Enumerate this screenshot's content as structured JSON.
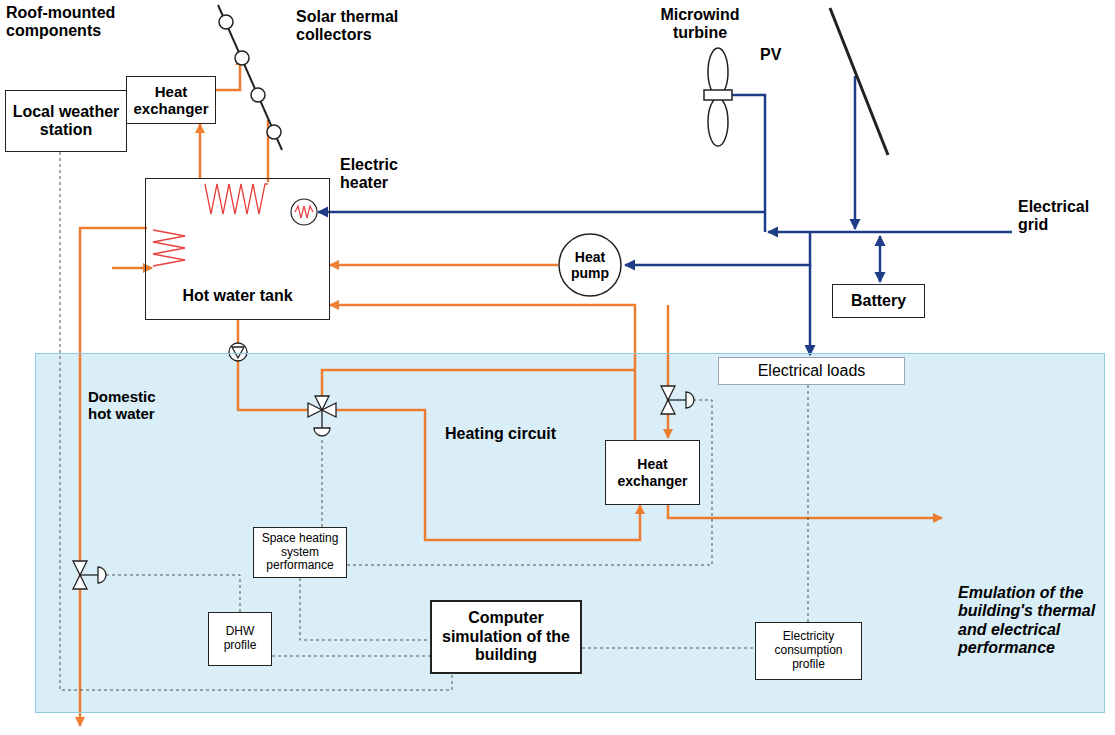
{
  "diagram": {
    "nodes": [
      {
        "text": [
          "Local weather station"
        ]
      },
      {
        "text": [
          "Heat exchanger"
        ]
      },
      {
        "text": [
          "Hot water tank"
        ]
      },
      {
        "text": [
          "Heat pump"
        ]
      },
      {
        "text": [
          "Battery"
        ]
      },
      {
        "text": [
          "Emulation of the building's thermal and electrical performance"
        ]
      },
      {
        "text": [
          "Electrical loads"
        ],
        "in": 5
      },
      {
        "text": [
          "Heat exchanger"
        ],
        "in": 5
      },
      {
        "text": [
          "Space heating system performance"
        ],
        "in": 5
      },
      {
        "text": [
          "DHW profile"
        ],
        "in": 5
      },
      {
        "text": [
          "Computer simulation of the building"
        ],
        "in": 5
      },
      {
        "text": [
          "Electricity consumption profile"
        ],
        "in": 5
      }
    ],
    "edges": [
      {
        "from": 0,
        "to": 10,
        "arrow": "none"
      },
      {
        "from": 2,
        "to": 1,
        "arrow": "to"
      },
      {
        "from": 3,
        "to": 2,
        "arrow": "to"
      },
      {
        "from": 2,
        "to": 7,
        "arrow": "to"
      },
      {
        "from": 7,
        "to": 2,
        "arrow": "to"
      },
      {
        "from": 8,
        "to": 10,
        "arrow": "none"
      },
      {
        "from": 9,
        "to": 10,
        "arrow": "none"
      },
      {
        "from": 6,
        "to": 11,
        "arrow": "none"
      },
      {
        "from": 10,
        "to": 11,
        "arrow": "none"
      }
    ],
    "labels": [
      "Roof-mounted components",
      "Solar thermal collectors",
      "Microwind turbine",
      "PV",
      "Electric heater",
      "Electrical grid",
      "Domestic hot water",
      "Heating circuit"
    ]
  }
}
